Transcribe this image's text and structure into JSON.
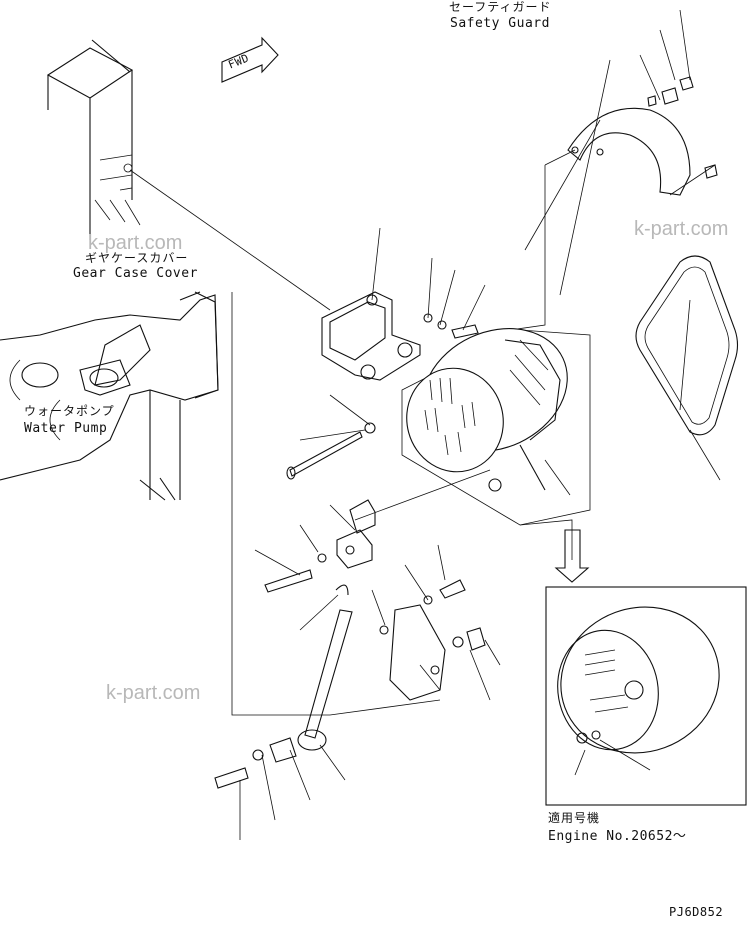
{
  "labels": {
    "safety_guard_jp": "セーフティガード",
    "safety_guard_en": "Safety Guard",
    "gear_case_cover_jp": "ギヤケースカバー",
    "gear_case_cover_en": "Gear Case Cover",
    "water_pump_jp": "ウォータポンプ",
    "water_pump_en": "Water Pump",
    "fwd": "FWD",
    "applicable_jp": "適用号機",
    "engine_no": "Engine No.20652～",
    "drawing_code": "PJ6D852"
  },
  "watermarks": [
    "k-part.com",
    "k-part.com",
    "k-part.com"
  ]
}
